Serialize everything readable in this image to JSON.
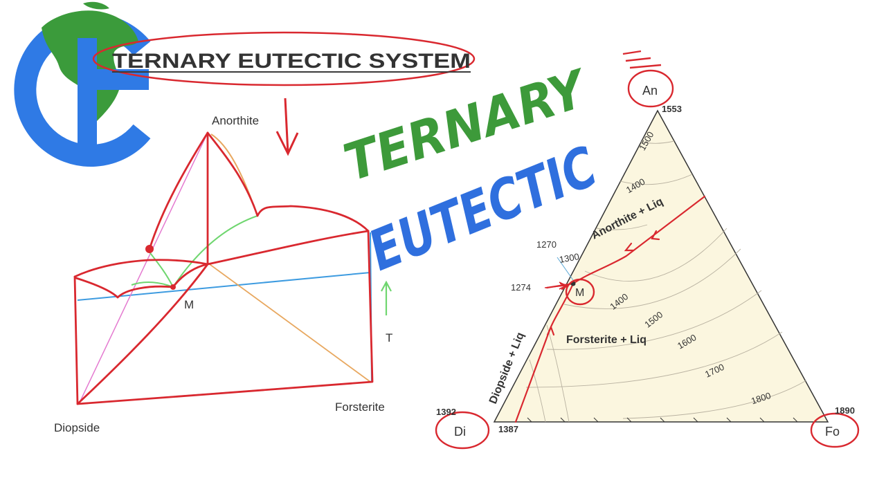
{
  "heading": {
    "title": "TERNARY EUTECTIC SYSTEM"
  },
  "overlay": {
    "word1": "TERNARY",
    "word2": "EUTECTIC"
  },
  "block_diagram": {
    "vertex_top": "Anorthite",
    "vertex_left": "Diopside",
    "vertex_right": "Forsterite",
    "eutectic": "M",
    "axis": "T"
  },
  "triangle": {
    "corner_top": "An",
    "corner_left": "Di",
    "corner_right": "Fo",
    "corner_top_temp": "1553",
    "corner_left_temp": "1392",
    "corner_right_temp": "1890",
    "base_temp": "1387",
    "eutectic": "M",
    "eutectic_temp": "1274",
    "point_temp": "1270",
    "field_an": "Anorthite + Liq",
    "field_fo": "Forsterite + Liq",
    "field_di": "Diopside + Liq",
    "isotherms_left": [
      "1500",
      "1400",
      "1300"
    ],
    "isotherms_right": [
      "1400",
      "1500",
      "1600",
      "1700",
      "1800"
    ]
  },
  "colors": {
    "ink": "#d9282f",
    "overlay_green": "#3d9a3a",
    "overlay_blue": "#2f6fde",
    "triangle_fill": "#fbf6df",
    "blue_line": "#3d9be0",
    "green_curve": "#6fd66f",
    "orange_line": "#e8a860",
    "logo_blue": "#2f7ae5",
    "logo_green": "#3b9b3b"
  }
}
